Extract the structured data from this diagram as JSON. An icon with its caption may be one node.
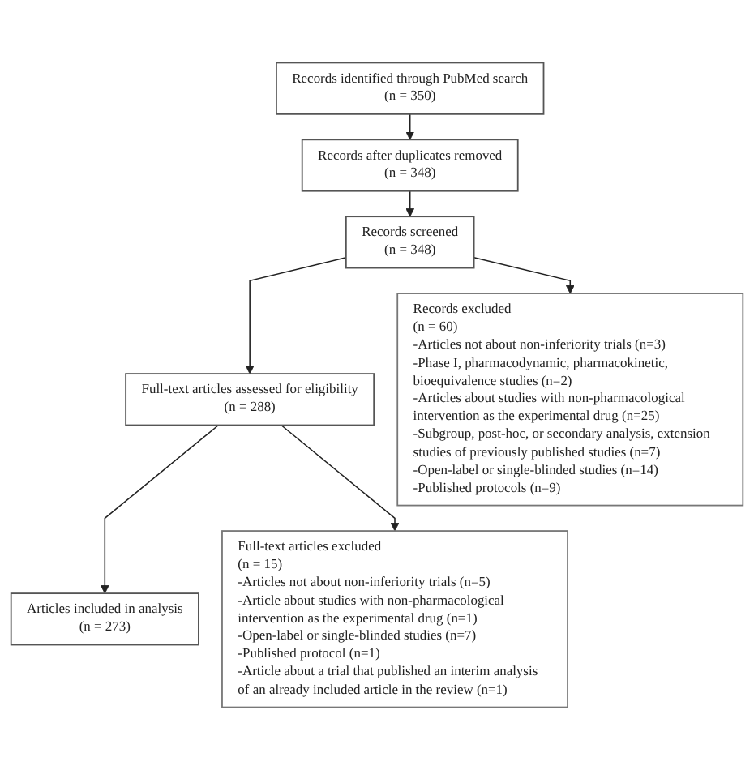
{
  "diagram": {
    "nodes": [
      {
        "text": [
          "Records identified through PubMed search",
          "(n = 350)"
        ]
      },
      {
        "text": [
          "Records after duplicates removed",
          "(n = 348)"
        ]
      },
      {
        "text": [
          "Records screened",
          "(n = 348)"
        ]
      },
      {
        "text": [
          "Full-text articles assessed for eligibility",
          "(n = 288)"
        ]
      },
      {
        "text": [
          "Articles included in analysis",
          "(n = 273)"
        ]
      },
      {
        "text": [
          "Records excluded",
          "(n = 60)",
          "-Articles not about non-inferiority trials (n=3)",
          "-Phase I, pharmacodynamic, pharmacokinetic, bioequivalence studies (n=2)",
          "-Articles about studies with non-pharmacological intervention as the experimental drug (n=25)",
          "-Subgroup, post-hoc, or secondary analysis, extension studies of previously published studies (n=7)",
          "-Open-label or single-blinded studies (n=14)",
          "-Published protocols (n=9)"
        ]
      },
      {
        "text": [
          "Full-text articles excluded",
          "(n = 15)",
          "-Articles not about non-inferiority trials (n=5)",
          "-Article about studies with non-pharmacological intervention as the experimental drug (n=1)",
          "-Open-label or single-blinded studies (n=7)",
          "-Published protocol (n=1)",
          "-Article about a trial that published an interim analysis of an already included article in the review (n=1)"
        ]
      }
    ],
    "edges": [
      {
        "from": 0,
        "to": 1,
        "arrow": "to"
      },
      {
        "from": 1,
        "to": 2,
        "arrow": "to"
      },
      {
        "from": 2,
        "to": 3,
        "arrow": "to"
      },
      {
        "from": 3,
        "to": 4,
        "arrow": "to"
      },
      {
        "from": 2,
        "to": 5,
        "arrow": "to"
      },
      {
        "from": 3,
        "to": 6,
        "arrow": "to"
      }
    ]
  }
}
